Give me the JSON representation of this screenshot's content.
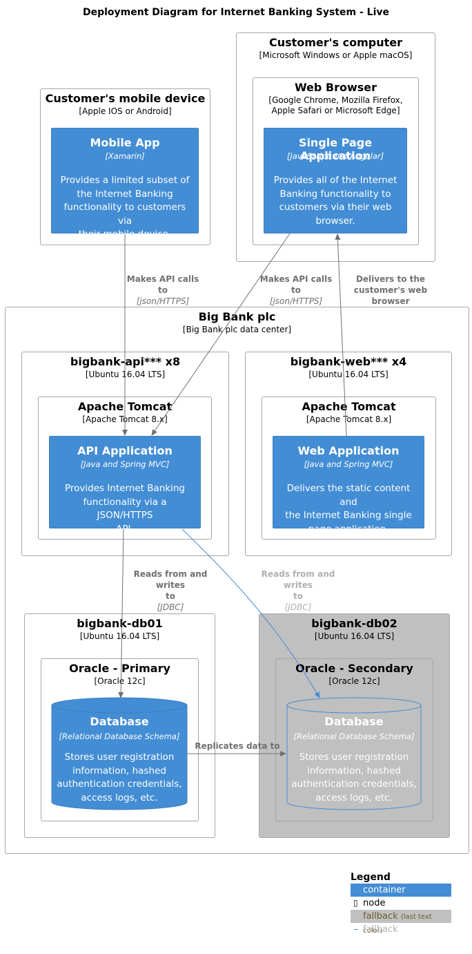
{
  "title": "Deployment Diagram for Internet Banking System - Live",
  "colors": {
    "container": "#438dd5",
    "node_border": "#a6a6a6",
    "fallback": "#c0c0c0",
    "edge": "#707070",
    "fallback_edge": "#438dd5"
  },
  "nodes": {
    "customer_computer": {
      "title": "Customer's computer",
      "sub": "[Microsoft Windows or Apple macOS]"
    },
    "web_browser": {
      "title": "Web Browser",
      "sub1": "[Google Chrome, Mozilla Firefox,",
      "sub2": "Apple Safari or Microsoft Edge]"
    },
    "mobile_device": {
      "title": "Customer's mobile device",
      "sub": "[Apple IOS or Android]"
    },
    "big_bank": {
      "title": "Big Bank plc",
      "sub": "[Big Bank plc data center]"
    },
    "api_server": {
      "title": "bigbank-api***  x8",
      "sub": "[Ubuntu 16.04 LTS]"
    },
    "api_tomcat": {
      "title": "Apache Tomcat",
      "sub": "[Apache Tomcat 8.x]"
    },
    "web_server": {
      "title": "bigbank-web*** x4",
      "sub": "[Ubuntu 16.04 LTS]"
    },
    "web_tomcat": {
      "title": "Apache Tomcat",
      "sub": "[Apache Tomcat 8.x]"
    },
    "db01": {
      "title": "bigbank-db01",
      "sub": "[Ubuntu 16.04 LTS]"
    },
    "oracle_primary": {
      "title": "Oracle - Primary",
      "sub": "[Oracle 12c]"
    },
    "db02": {
      "title": "bigbank-db02",
      "sub": "[Ubuntu 16.04 LTS]"
    },
    "oracle_secondary": {
      "title": "Oracle - Secondary",
      "sub": "[Oracle 12c]"
    }
  },
  "containers": {
    "mobile_app": {
      "title": "Mobile App",
      "tech": "[Xamarin]",
      "desc": [
        "Provides a limited subset of",
        "the Internet Banking",
        "functionality to customers via",
        "their mobile device."
      ]
    },
    "spa": {
      "title": "Single Page Application",
      "tech": "[JavaScript and Angular]",
      "desc": [
        "Provides all of the Internet",
        "Banking functionality to",
        "customers via their web",
        "browser."
      ]
    },
    "api_app": {
      "title": "API Application",
      "tech": "[Java and Spring MVC]",
      "desc": [
        "Provides Internet Banking",
        "functionality via a JSON/HTTPS",
        "API."
      ]
    },
    "web_app": {
      "title": "Web Application",
      "tech": "[Java and Spring MVC]",
      "desc": [
        "Delivers the static content and",
        "the Internet Banking single",
        "page application."
      ]
    },
    "db_primary": {
      "title": "Database",
      "tech": "[Relational Database Schema]",
      "desc": [
        "Stores user registration",
        "information, hashed",
        "authentication credentials,",
        "access logs, etc."
      ]
    },
    "db_secondary": {
      "title": "Database",
      "tech": "[Relational Database Schema]",
      "desc": [
        "Stores user registration",
        "information, hashed",
        "authentication credentials,",
        "access logs, etc."
      ]
    }
  },
  "edges": {
    "mobile_api": {
      "label": "Makes API calls to",
      "tech": "[json/HTTPS]"
    },
    "spa_api": {
      "label": "Makes API calls to",
      "tech": "[json/HTTPS]"
    },
    "web_spa": {
      "label1": "Delivers to the",
      "label2": "customer's web browser"
    },
    "api_db1": {
      "label1": "Reads from and writes",
      "label2": "to",
      "tech": "[JDBC]"
    },
    "api_db2": {
      "label1": "Reads from and writes",
      "label2": "to",
      "tech": "[JDBC]"
    },
    "replicate": {
      "label": "Replicates data to"
    }
  },
  "legend": {
    "title": "Legend",
    "container": "container",
    "node": "node",
    "node_symbol": "▯",
    "fallback": "fallback",
    "fallback_note": "(last text color)",
    "fallback_line": "fallback",
    "line_symbol": "‒"
  }
}
